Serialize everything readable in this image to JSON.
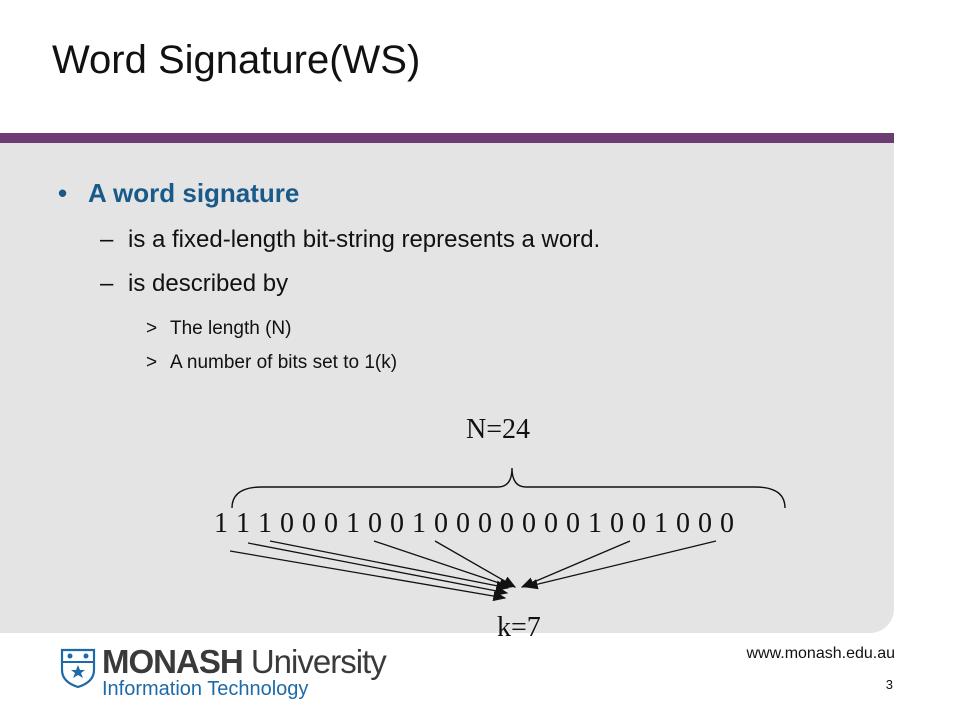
{
  "slide": {
    "title": "Word Signature(WS)",
    "bullet_marker": "•",
    "bullet_heading": "A word signature",
    "sub_marker": "–",
    "sub_items": [
      "is a fixed-length bit-string represents a word.",
      "is described by"
    ],
    "subsub_marker": ">",
    "subsub_items": [
      "The length (N)",
      "A number of bits set to 1(k)"
    ]
  },
  "diagram": {
    "n_label": "N=24",
    "bits": "1 1 1 0 0 0 1 0 0 1 0 0 0 0 0 0 0 1 0 0 1 0 0 0",
    "k_label": "k=7"
  },
  "footer": {
    "url": "www.monash.edu.au",
    "page_number": "3",
    "logo_word_bold": "MONASH",
    "logo_word_light": " University",
    "logo_subtitle": "Information Technology"
  },
  "colors": {
    "accent_rule": "#6b3d73",
    "heading_blue": "#1a5a8a",
    "panel_gray": "#e4e4e4",
    "logo_blue": "#1e6aa8"
  }
}
